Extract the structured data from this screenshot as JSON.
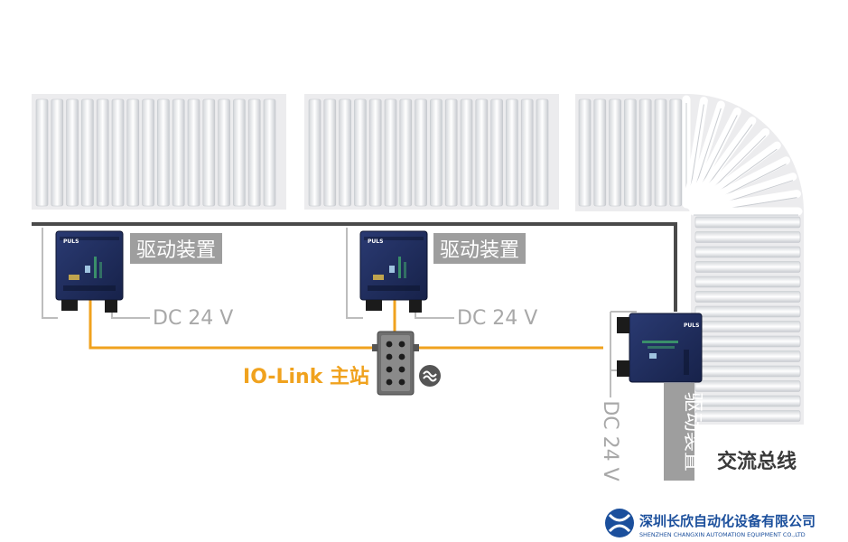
{
  "labels": {
    "drive_unit_1": "驱动装置",
    "drive_unit_2": "驱动装置",
    "drive_unit_3": "驱动装置",
    "dc_1": "DC 24 V",
    "dc_2": "DC 24 V",
    "dc_3": "DC 24 V",
    "io_link_master": "IO-Link 主站",
    "ac_bus": "交流总线",
    "device_brand": "PULS"
  },
  "company": {
    "name_cn": "深圳长欣自动化设备有限公司",
    "name_en": "SHENZHEN CHANGXIN AUTOMATION EQUIPMENT CO.,LTD"
  },
  "colors": {
    "io_link_orange": "#F0A21E",
    "bus_line": "#4a4a4a",
    "dc_line": "#bdbdbd",
    "label_gray_box": "#9e9e9e",
    "device_navy": "#1d2a5b",
    "logo_blue": "#1b4f9c"
  }
}
